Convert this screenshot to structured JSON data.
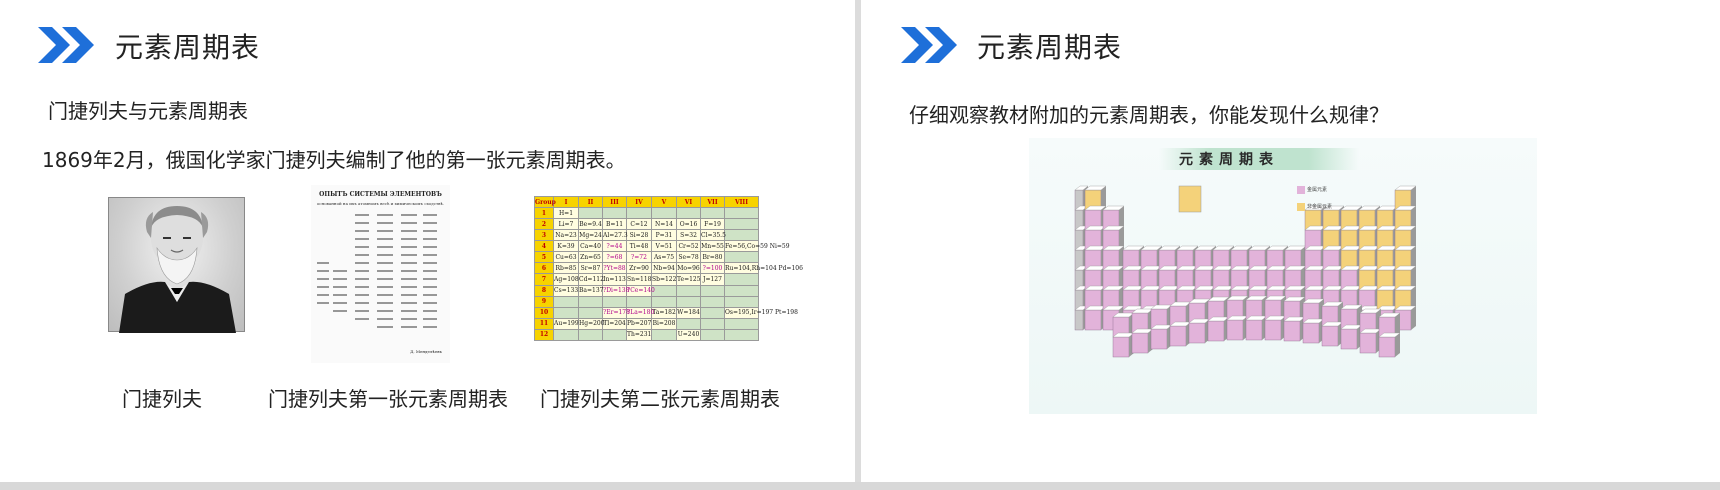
{
  "slides": [
    {
      "title": "元素周期表",
      "subtitle": "门捷列夫与元素周期表",
      "body": "1869年2月，俄国化学家门捷列夫编制了他的第一张元素周期表。",
      "captions": [
        "门捷列夫",
        "门捷列夫第一张元素周期表",
        "门捷列夫第二张元素周期表"
      ],
      "first_table_heading": "ОПЫТЪ СИСТЕМЫ ЭЛЕМЕНТОВЪ",
      "first_table_subheading": "основанной на ихъ атомномъ весѣ и химическомъ сходствѣ.",
      "first_table_signature": "Д. Менделѣевъ",
      "second_table": {
        "header": [
          "Group\nPeriod",
          "I",
          "II",
          "III",
          "IV",
          "V",
          "VI",
          "VII",
          "VIII"
        ],
        "rows": [
          [
            "1",
            "H=1",
            "",
            "",
            "",
            "",
            "",
            "",
            ""
          ],
          [
            "2",
            "Li=7",
            "Be=9.4",
            "B=11",
            "C=12",
            "N=14",
            "O=16",
            "F=19",
            ""
          ],
          [
            "3",
            "Na=23",
            "Mg=24",
            "Al=27.3",
            "Si=28",
            "P=31",
            "S=32",
            "Cl=35.5",
            ""
          ],
          [
            "4",
            "K=39",
            "Ca=40",
            "?=44",
            "Ti=48",
            "V=51",
            "Cr=52",
            "Mn=55",
            "Fe=56,Co=59 Ni=59"
          ],
          [
            "5",
            "Cu=63",
            "Zn=65",
            "?=68",
            "?=72",
            "As=75",
            "Se=78",
            "Br=80",
            ""
          ],
          [
            "6",
            "Rb=85",
            "Sr=87",
            "?Yt=88",
            "Zr=90",
            "Nb=94",
            "Mo=96",
            "?=100",
            "Ru=104,Rh=104 Pd=106"
          ],
          [
            "7",
            "Ag=108",
            "Cd=112",
            "In=113",
            "Sn=118",
            "Sb=122",
            "Te=125",
            "J=127",
            ""
          ],
          [
            "8",
            "Cs=133",
            "Ba=137",
            "?Di=138",
            "?Ce=140",
            "",
            "",
            "",
            ""
          ],
          [
            "9",
            "",
            "",
            "",
            "",
            "",
            "",
            "",
            ""
          ],
          [
            "10",
            "",
            "",
            "?Er=178",
            "?La=180",
            "Ta=182",
            "W=184",
            "",
            "Os=195,Ir=197 Pt=198"
          ],
          [
            "11",
            "Au=199",
            "Hg=200",
            "Tl=204",
            "Pb=207",
            "Bi=208",
            "",
            "",
            ""
          ],
          [
            "12",
            "",
            "",
            "",
            "Th=231",
            "",
            "U=240",
            "",
            ""
          ]
        ]
      }
    },
    {
      "title": "元素周期表",
      "question": "仔细观察教材附加的元素周期表，你能发现什么规律？",
      "image_title": "元素周期表",
      "legend_items": [
        "金属元素",
        "非金属元素"
      ]
    }
  ],
  "colors": {
    "accent": "#1e6fd9",
    "accent_dark": "#1550a8",
    "metal": "#e2b3da",
    "nonmetal": "#f4d27a",
    "noble": "#c8c8c8"
  }
}
